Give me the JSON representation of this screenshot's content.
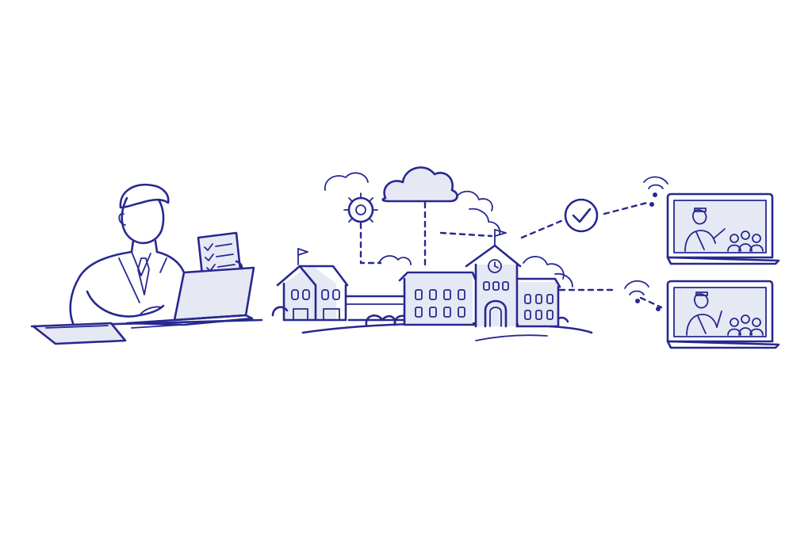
{
  "illustration": {
    "colors": {
      "ink": "#27288f",
      "wash": "#e6e8f4",
      "background": "#ffffff"
    },
    "icons": [
      "person-at-laptop-icon",
      "checklist-document-icon",
      "cloud-icon",
      "gear-icon",
      "school-campus-icon",
      "checkmark-circle-icon",
      "wifi-signal-icon",
      "video-lesson-screen-icon"
    ],
    "screens": [
      {
        "id": "top",
        "subject": "teacher-with-students"
      },
      {
        "id": "bottom",
        "subject": "teacher-with-students"
      }
    ]
  }
}
